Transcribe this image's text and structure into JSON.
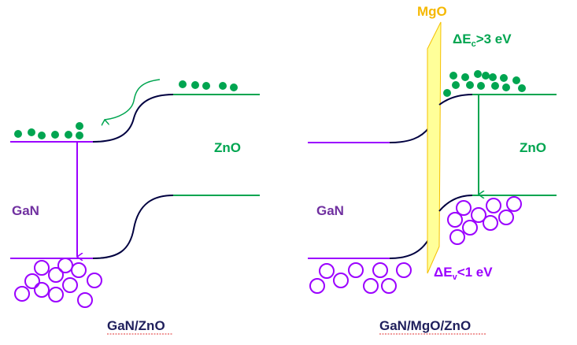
{
  "colors": {
    "gan": "#9b00ff",
    "zno": "#00a550",
    "band_bend": "#000040",
    "mgo_fill": "#ffff99",
    "mgo_edge": "#f5c000",
    "mgo_text": "#f5b800",
    "gan_text": "#7030a0",
    "caption": "#1f1f5c"
  },
  "left_panel": {
    "gan_label": "GaN",
    "zno_label": "ZnO",
    "caption": "GaN/ZnO",
    "electrons_gan": 7,
    "electrons_zno": 5,
    "holes_gan": 11
  },
  "right_panel": {
    "mgo_label": "MgO",
    "delta_ec": {
      "prefix": "ΔE",
      "sub": "c",
      "suffix": ">3 eV"
    },
    "delta_ev": {
      "prefix": "ΔE",
      "sub": "v",
      "suffix": "<1 eV"
    },
    "gan_label": "GaN",
    "zno_label": "ZnO",
    "caption": "GaN/MgO/ZnO",
    "electrons_zno": 14,
    "holes_zno": 9,
    "holes_gan": 8
  }
}
